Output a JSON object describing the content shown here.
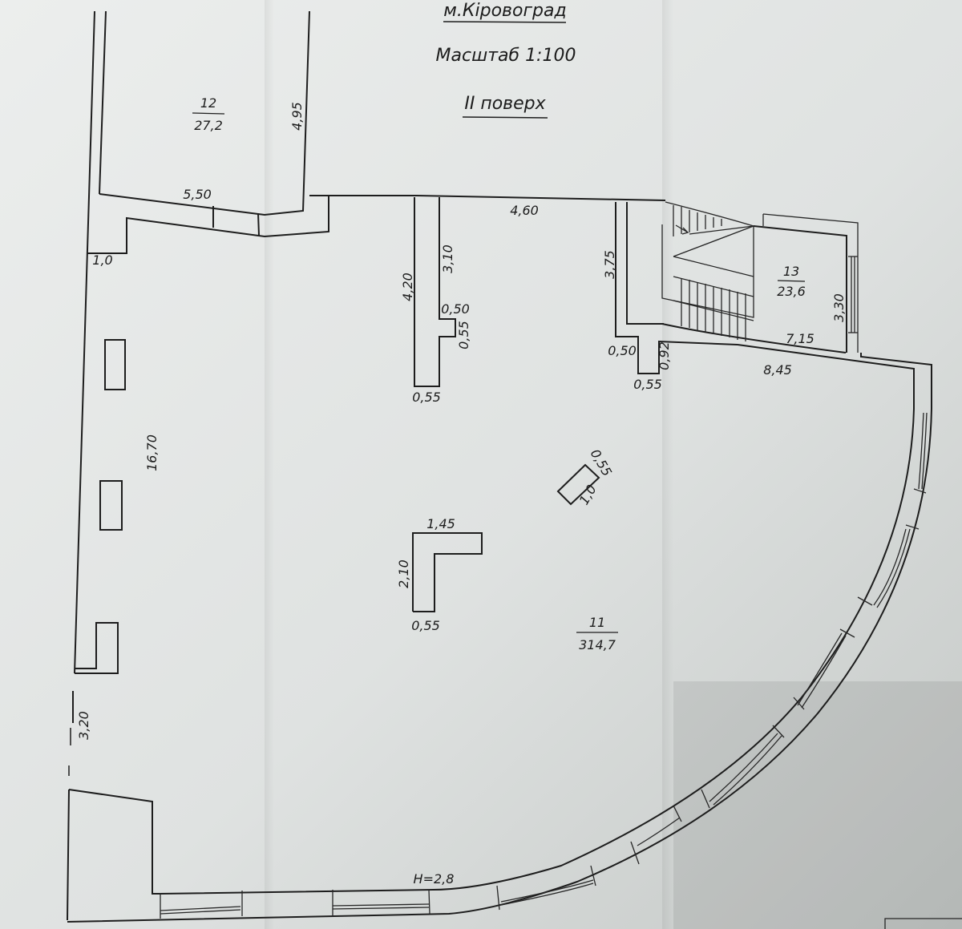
{
  "header": {
    "city": "м.Кіровоград",
    "scale": "Масштаб 1:100",
    "floor": "ІІ поверх"
  },
  "rooms": [
    {
      "number": "12",
      "area": "27,2"
    },
    {
      "number": "13",
      "area": "23,6"
    },
    {
      "number": "11",
      "area": "314,7"
    }
  ],
  "dimensions": {
    "room12_height": "4,95",
    "room12_width": "5,50",
    "left_offset": "1,0",
    "top_wall": "4,60",
    "column1_total": "4,20",
    "column1_upper": "3,10",
    "column1_step_w": "0,50",
    "column1_step_h": "0,55",
    "column1_bottom": "0,55",
    "stair_wall": "3,75",
    "stair_step_w": "0,50",
    "stair_step_h": "0,92",
    "stair_bottom": "0,55",
    "room13_height": "3,30",
    "room13_width": "7,15",
    "arc_top": "8,45",
    "left_wall": "16,70",
    "left_opening": "3,20",
    "lshape_top": "1,45",
    "lshape_side": "2,10",
    "lshape_bottom": "0,55",
    "rotated_w": "0,55",
    "rotated_h": "1,0",
    "ceiling_height": "H=2,8"
  },
  "colors": {
    "paper": "#e6e8e7",
    "paper_shadow": "#c9cccb",
    "line": "#1d1d1d"
  }
}
